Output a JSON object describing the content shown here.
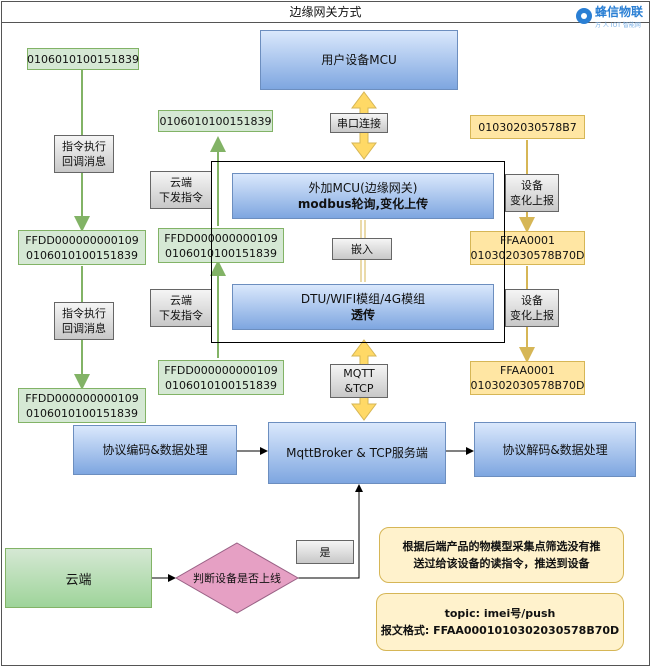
{
  "title": "边缘网关方式",
  "logo": {
    "name": "蜂信物联",
    "sub": "万 人 IOT 智能网"
  },
  "left": {
    "box1": "0106010100151839",
    "label1": [
      "指令执行",
      "回调消息"
    ],
    "box2": [
      "FFDD000000000109",
      "0106010100151839"
    ],
    "label2": [
      "指令执行",
      "回调消息"
    ],
    "box3": [
      "FFDD000000000109",
      "0106010100151839"
    ]
  },
  "mid": {
    "box1": "0106010100151839",
    "label1": [
      "云端",
      "下发指令"
    ],
    "box2": [
      "FFDD000000000109",
      "0106010100151839"
    ],
    "label2": [
      "云端",
      "下发指令"
    ],
    "box3": [
      "FFDD000000000109",
      "0106010100151839"
    ]
  },
  "right": {
    "box1": "010302030578B7",
    "label1": [
      "设备",
      "变化上报"
    ],
    "box2": [
      "FFAA0001",
      "010302030578B70D"
    ],
    "label2": [
      "设备",
      "变化上报"
    ],
    "box3": [
      "FFAA0001",
      "010302030578B70D"
    ]
  },
  "mcu": "用户设备MCU",
  "serial": "串口连接",
  "ext_mcu": [
    "外加MCU(边缘网关)",
    "modbus轮询,变化上传"
  ],
  "embed": "嵌入",
  "dtu": [
    "DTU/WIFI模组/4G模组",
    "透传"
  ],
  "mqtt_label": [
    "MQTT",
    "&TCP"
  ],
  "encode": "协议编码&数据处理",
  "broker": "MqttBroker & TCP服务端",
  "decode": "协议解码&数据处理",
  "cloud": "云端",
  "decision": "判断设备是否上线",
  "yes": "是",
  "note1": [
    "根据后端产品的物模型采集点筛选没有推",
    "送过给该设备的读指令，推送到设备"
  ],
  "note2": [
    "topic:  imei号/push",
    "报文格式:  FFAA0001010302030578B70D"
  ]
}
